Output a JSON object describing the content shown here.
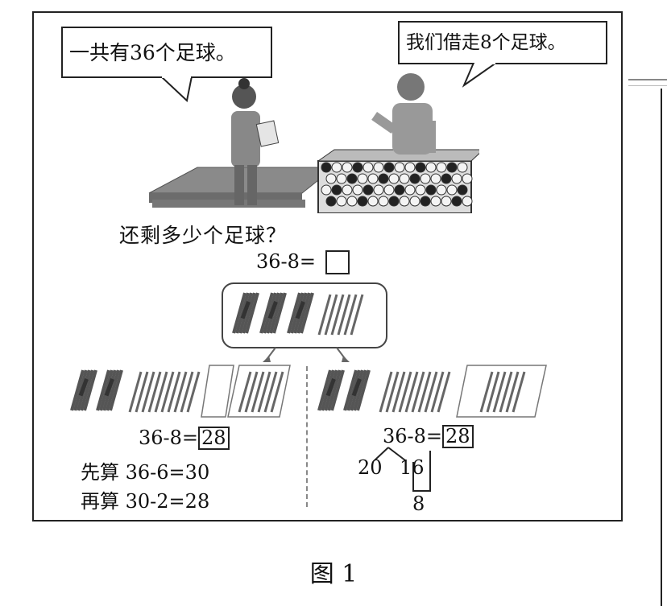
{
  "bubbles": {
    "left": "一共有36个足球。",
    "right": "我们借走8个足球。"
  },
  "question": "还剩多少个足球？",
  "equation": "36-8=",
  "left_method": {
    "equation": "36-8=",
    "answer": "28",
    "step1_label": "先算",
    "step1": "36-6=30",
    "step2_label": "再算",
    "step2": "30-2=28"
  },
  "right_method": {
    "equation": "36-8=",
    "answer": "28",
    "split_left": "20",
    "split_right": "16",
    "subtrahend": "8"
  },
  "caption": "图 1",
  "icons": [
    "speech-bubble",
    "woman-with-clipboard",
    "man-at-ball-cage",
    "ball-cage",
    "bundled-sticks",
    "single-sticks",
    "arrow-down"
  ]
}
